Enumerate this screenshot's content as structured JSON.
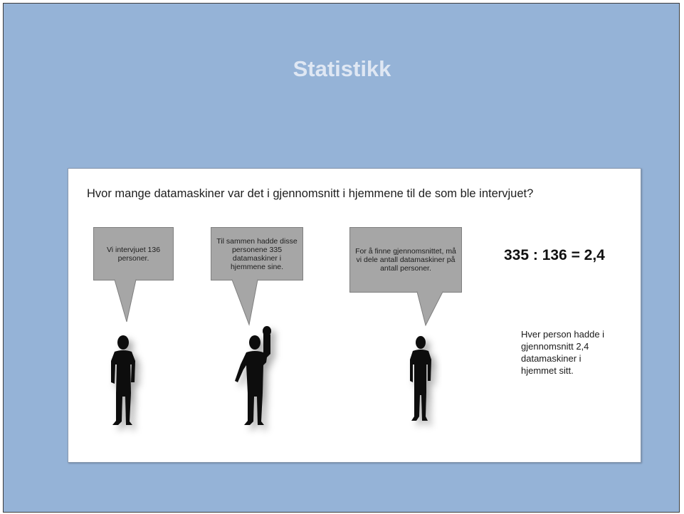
{
  "slide": {
    "title": "Statistikk",
    "background_color": "#95b3d7",
    "question": "Hvor mange datamaskiner var det i gjennomsnitt i hjemmene til de som ble intervjuet?",
    "bubbles": [
      {
        "text": "Vi intervjuet 136 personer."
      },
      {
        "text": "Til sammen hadde disse personene 335 datamaskiner i hjemmene sine."
      },
      {
        "text": "For å finne gjennomsnittet, må vi dele antall datamaskiner på antall personer."
      }
    ],
    "equation": "335 : 136 = 2,4",
    "conclusion": "Hver person hadde i gjennomsnitt 2,4 datamaskiner i hjemmet sitt.",
    "figures": [
      "person-silhouette-icon",
      "person-raised-fist-silhouette-icon",
      "person-silhouette-icon"
    ]
  }
}
